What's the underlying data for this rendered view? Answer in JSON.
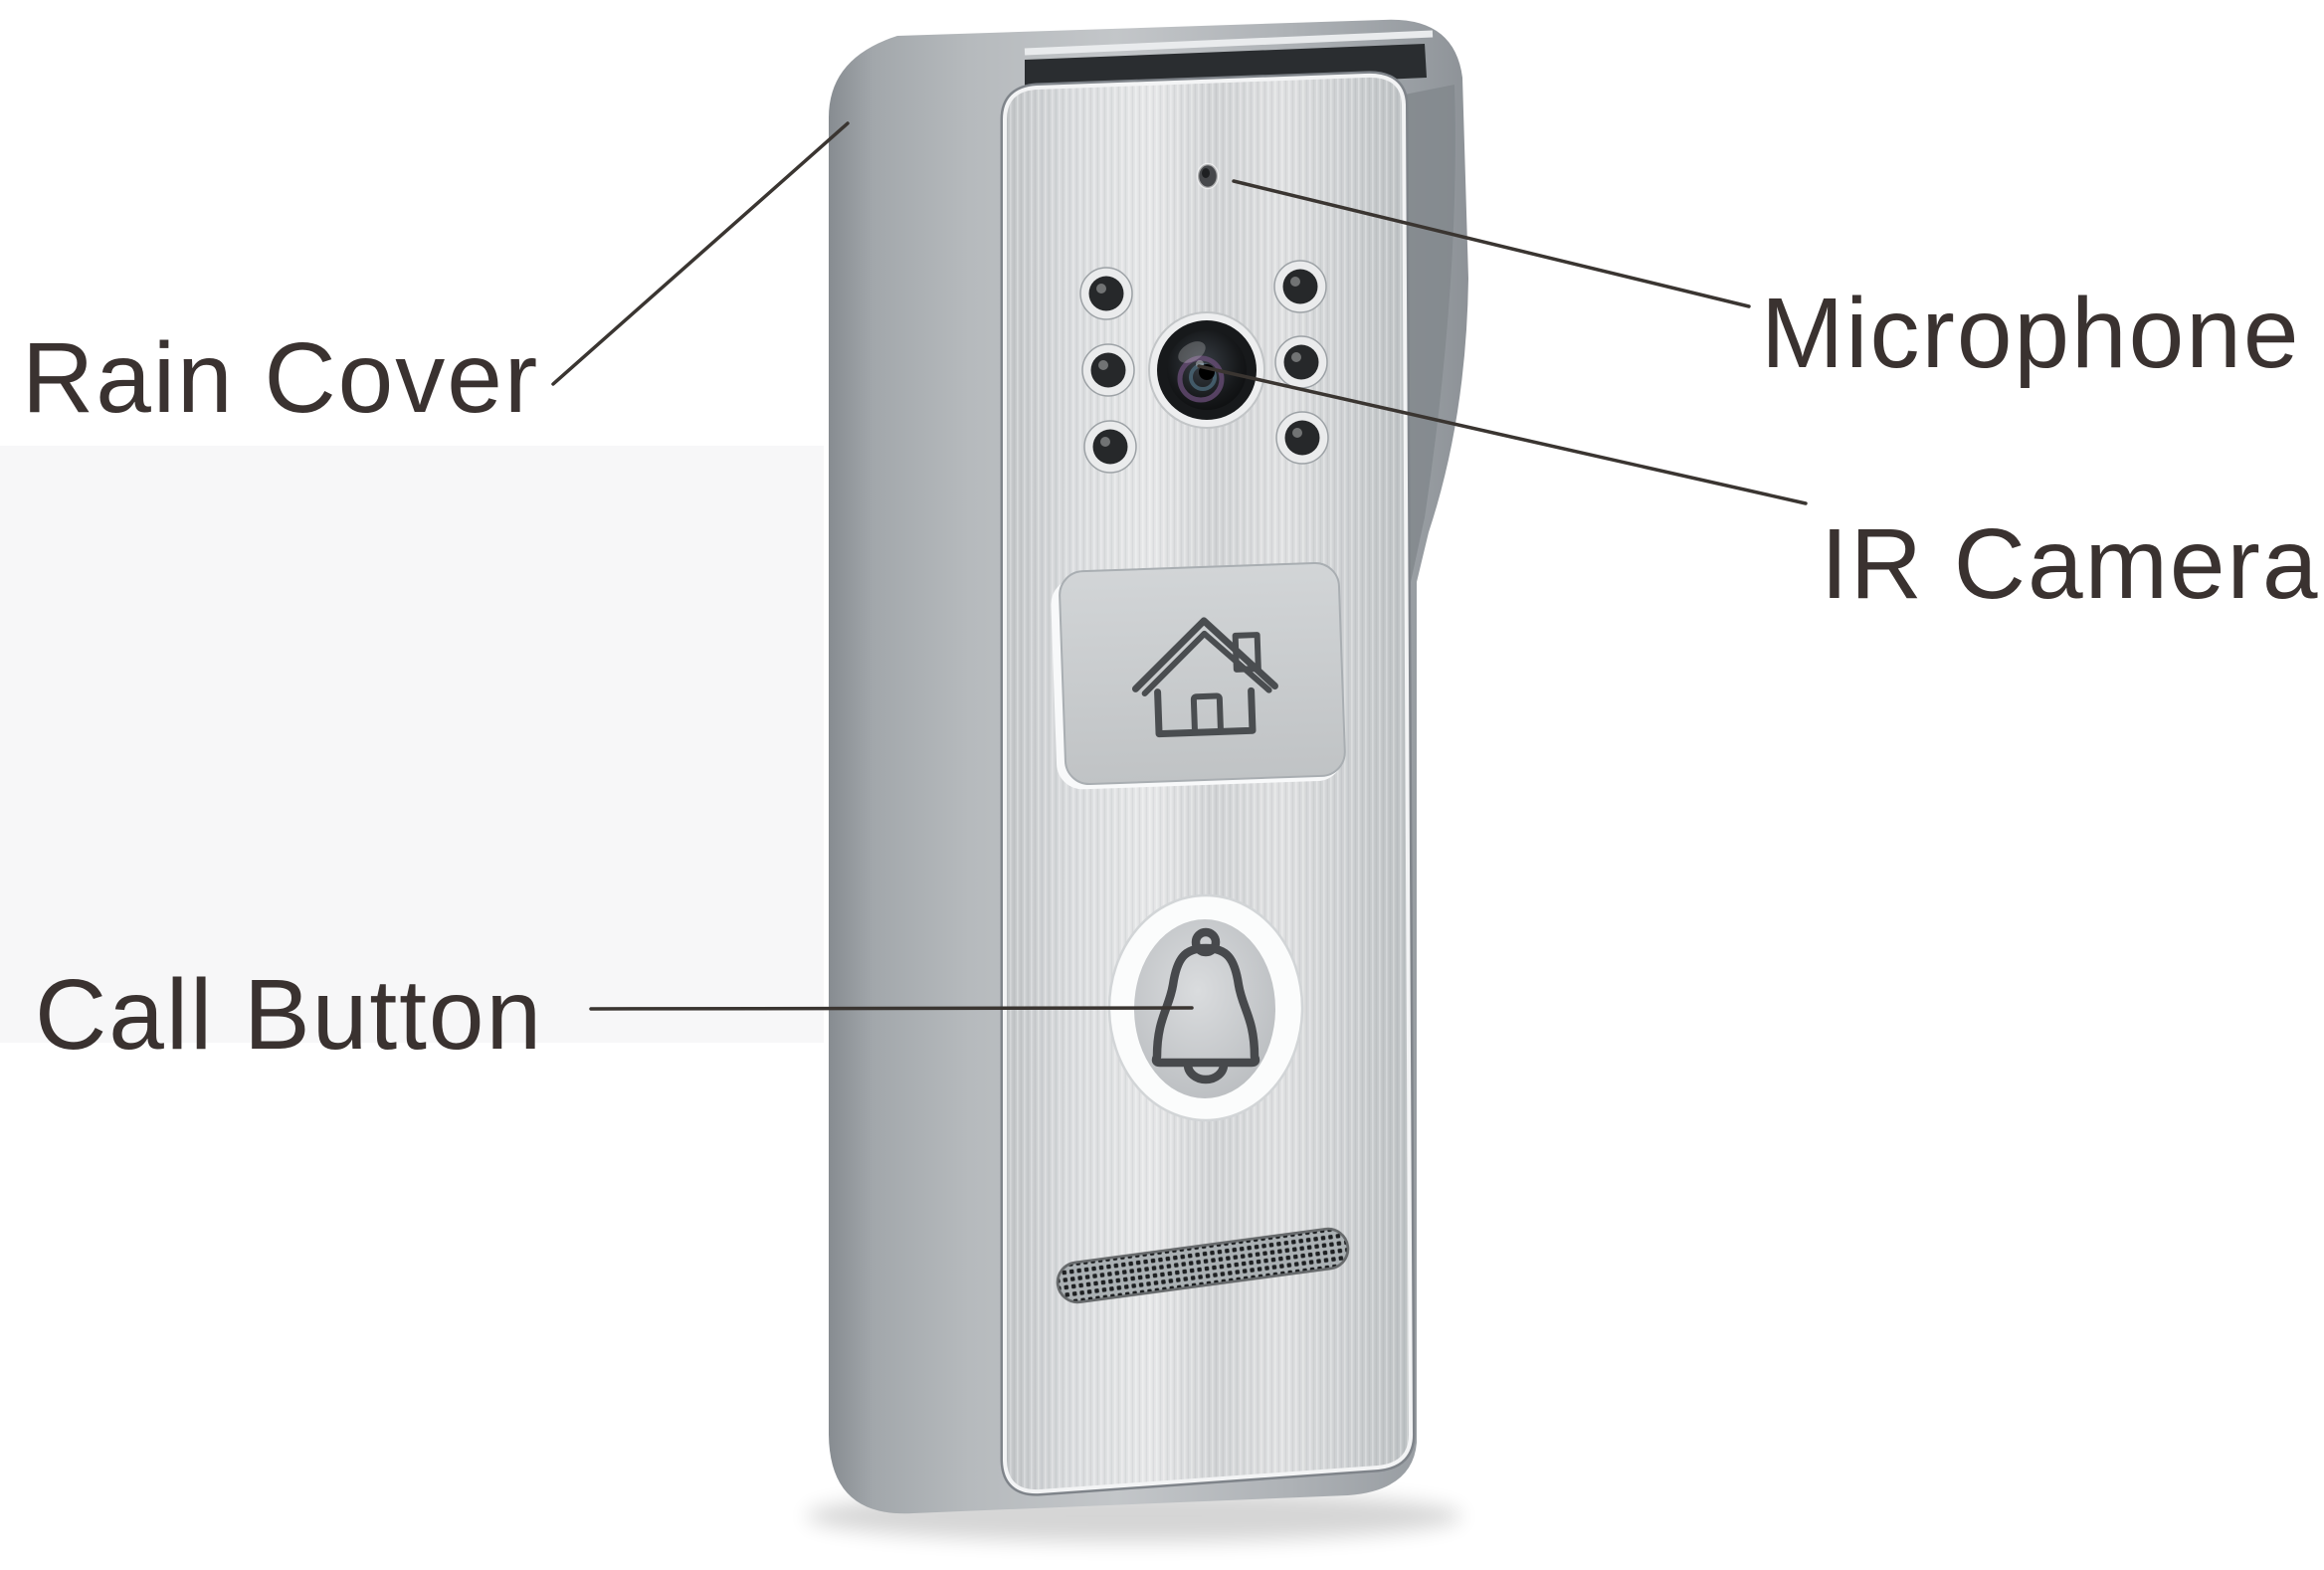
{
  "figure": {
    "kind": "labeled-product-diagram",
    "subject": "video door phone outdoor doorbell unit"
  },
  "labels": {
    "rain_cover": "Rain Cover",
    "microphone": "Microphone",
    "ir_camera": "IR Camera",
    "call_button": "Call Button"
  },
  "device": {
    "ir_led_count": 6,
    "icons": [
      "house-icon",
      "bell-icon"
    ],
    "parts": [
      "rain-cover",
      "front-panel",
      "microphone-hole",
      "ir-leds",
      "ir-camera-lens",
      "home-button-plate",
      "call-button",
      "speaker-grille"
    ]
  },
  "colors": {
    "background": "#ffffff",
    "label_text": "#3a3230",
    "leader_line": "#3a3531",
    "cover_gray": "#a9aeb2",
    "panel_silver": "#d9dbdd",
    "dark_detail": "#26282a",
    "button_ring_white": "#fbfcfc"
  }
}
